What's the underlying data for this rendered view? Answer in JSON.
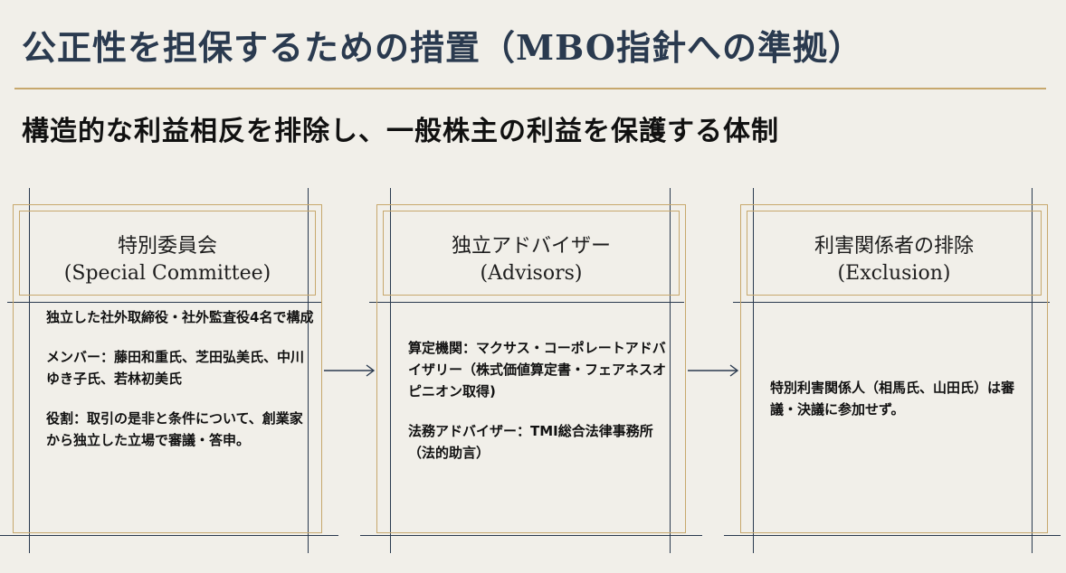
{
  "title": "公正性を担保するための措置（MBO指針への準拠）",
  "subtitle": "構造的な利益相反を排除し、一般株主の利益を保護する体制",
  "colors": {
    "navy": "#2a3a4f",
    "gold": "#c7a86d",
    "background": "#f1efe9"
  },
  "cards": [
    {
      "name": "特別委員会",
      "name_en": "(Special Committee)",
      "body": [
        "独立した社外取締役・社外監査役4名で構成",
        "メンバー：藤田和重氏、芝田弘美氏、中川ゆき子氏、若林初美氏",
        "役割：取引の是非と条件について、創業家から独立した立場で審議・答申。"
      ]
    },
    {
      "name": "独立アドバイザー",
      "name_en": "(Advisors)",
      "body": [
        "算定機関：マクサス・コーポレートアドバイザリー（株式価値算定書・フェアネスオピニオン取得)",
        "法務アドバイザー：TMI総合法律事務所（法的助言）"
      ]
    },
    {
      "name": "利害関係者の排除",
      "name_en": "(Exclusion)",
      "body": [
        "特別利害関係人（相馬氏、山田氏）は審議・決議に参加せず。"
      ]
    }
  ]
}
